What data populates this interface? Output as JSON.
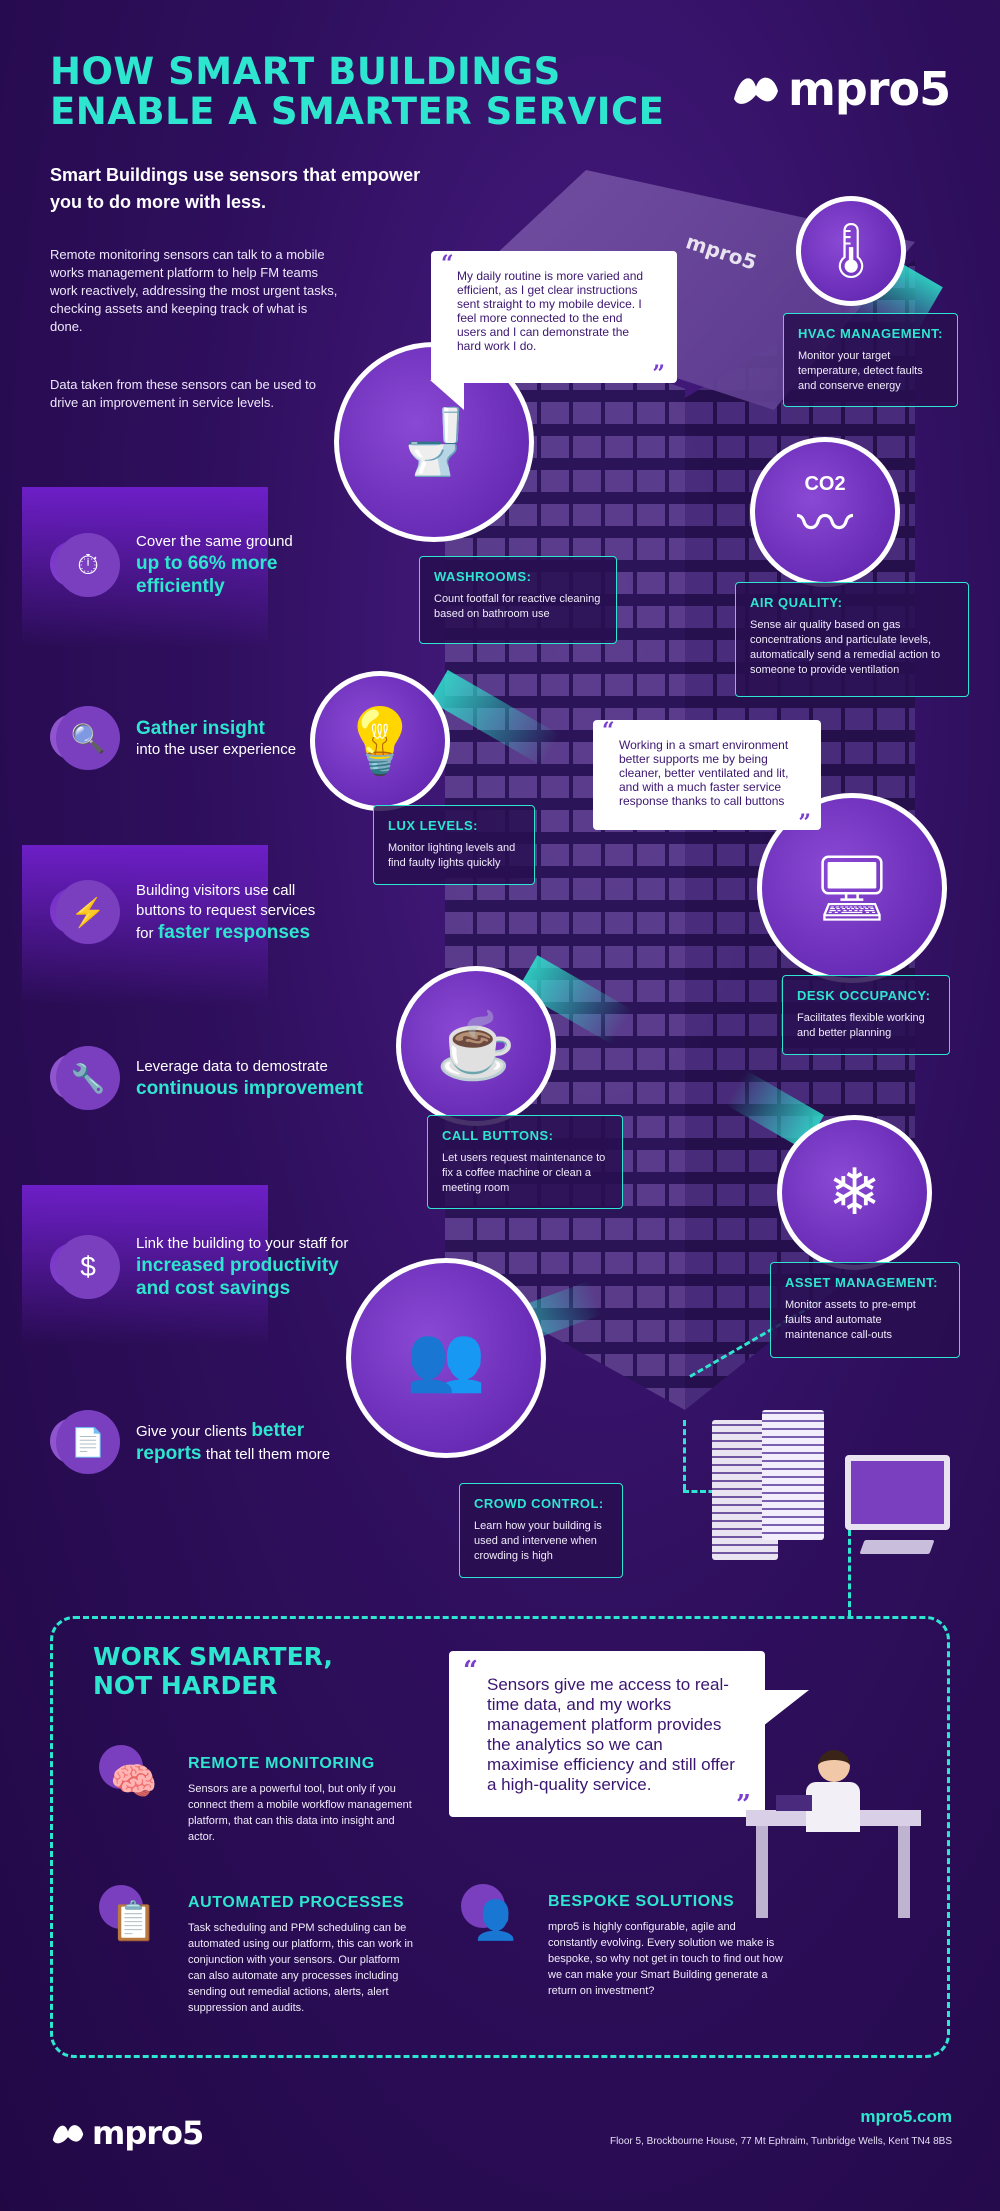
{
  "header": {
    "title_line1": "HOW SMART BUILDINGS",
    "title_line2": "ENABLE A SMARTER SERVICE",
    "brand": "mpro5",
    "subtitle": "Smart Buildings use sensors that empower you to do more with less.",
    "intro_p1": "Remote monitoring sensors can talk to a mobile works management platform to help FM teams work reactively, addressing the most urgent tasks, checking assets and keeping track of what is done.",
    "intro_p2": "Data taken from these sensors can be used to drive an improvement in service levels."
  },
  "building": {
    "logo": "mpro5"
  },
  "features": [
    {
      "icon": "stopwatch-gear-icon",
      "text_before": "Cover the same ground",
      "highlight": "up to 66% more efficiently",
      "text_after": ""
    },
    {
      "icon": "magnifier-insight-icon",
      "text_before": "",
      "highlight": "Gather insight",
      "text_after": "into the user experience"
    },
    {
      "icon": "lightning-icon",
      "text_before": "Building visitors use call buttons to request services for",
      "highlight": "faster responses",
      "text_after": ""
    },
    {
      "icon": "wrench-gear-icon",
      "text_before": "Leverage data to demostrate",
      "highlight": "continuous improvement",
      "text_after": ""
    },
    {
      "icon": "hand-coin-icon",
      "text_before": "Link the building to your staff for",
      "highlight": "increased productivity and cost savings",
      "text_after": ""
    },
    {
      "icon": "report-icon",
      "text_before": "Give your clients",
      "highlight": "better reports",
      "text_after": "that tell them more"
    }
  ],
  "quotes": {
    "q1": "My daily routine is more varied and efficient, as I get clear instructions sent straight to my mobile device. I feel more connected to the end users and I can demonstrate the hard work I do.",
    "q2": "Working in a smart environment better supports me by being cleaner, better ventilated and lit, and with a much faster service response thanks to call buttons",
    "q3": "Sensors give me access to real-time data, and my works management platform provides the analytics so we can maximise efficiency and still offer a high-quality service.",
    "open": "“",
    "close": "”"
  },
  "sensors": {
    "hvac": {
      "title": "HVAC MANAGEMENT:",
      "body": "Monitor your target temperature, detect faults and conserve energy"
    },
    "air": {
      "title": "AIR QUALITY:",
      "body": "Sense air quality based on gas concentrations and particulate levels, automatically send a remedial action to someone to provide ventilation"
    },
    "washrooms": {
      "title": "WASHROOMS:",
      "body": "Count footfall for reactive cleaning based on bathroom use"
    },
    "lux": {
      "title": "LUX LEVELS:",
      "body": "Monitor lighting levels and find faulty lights quickly"
    },
    "desk": {
      "title": "DESK OCCUPANCY:",
      "body": "Facilitates flexible working and better planning"
    },
    "call": {
      "title": "CALL BUTTONS:",
      "body": "Let users request maintenance to fix a coffee machine or clean a meeting room"
    },
    "asset": {
      "title": "ASSET MANAGEMENT:",
      "body": "Monitor assets to pre-empt faults and automate maintenance call-outs"
    },
    "crowd": {
      "title": "CROWD CONTROL:",
      "body": "Learn how your building is used and intervene when crowding is high"
    }
  },
  "co2_label": "CO2",
  "bottom": {
    "title_line1": "WORK SMARTER,",
    "title_line2": "NOT HARDER",
    "remote": {
      "title": "REMOTE MONITORING",
      "body": "Sensors are a powerful tool, but only if you connect them a mobile workflow management platform, that can this data into insight and actor."
    },
    "automated": {
      "title": "AUTOMATED  PROCESSES",
      "body": "Task scheduling and PPM scheduling can be automated using our platform, this can work in conjunction with your sensors. Our platform can also automate any processes including sending out remedial actions, alerts, alert suppression and audits."
    },
    "bespoke": {
      "title": "BESPOKE SOLUTIONS",
      "body": "mpro5 is highly configurable, agile and constantly evolving. Every solution we make is bespoke, so why not get in touch to find out how we can make your Smart Building generate a return on investment?"
    }
  },
  "footer": {
    "brand": "mpro5",
    "url": "mpro5.com",
    "address": "Floor 5, Brockbourne House, 77 Mt Ephraim, Tunbridge Wells, Kent TN4 8BS"
  },
  "colors": {
    "accent": "#2ee6cf",
    "purple": "#6d1fc7",
    "bg": "#2f0f5e"
  }
}
